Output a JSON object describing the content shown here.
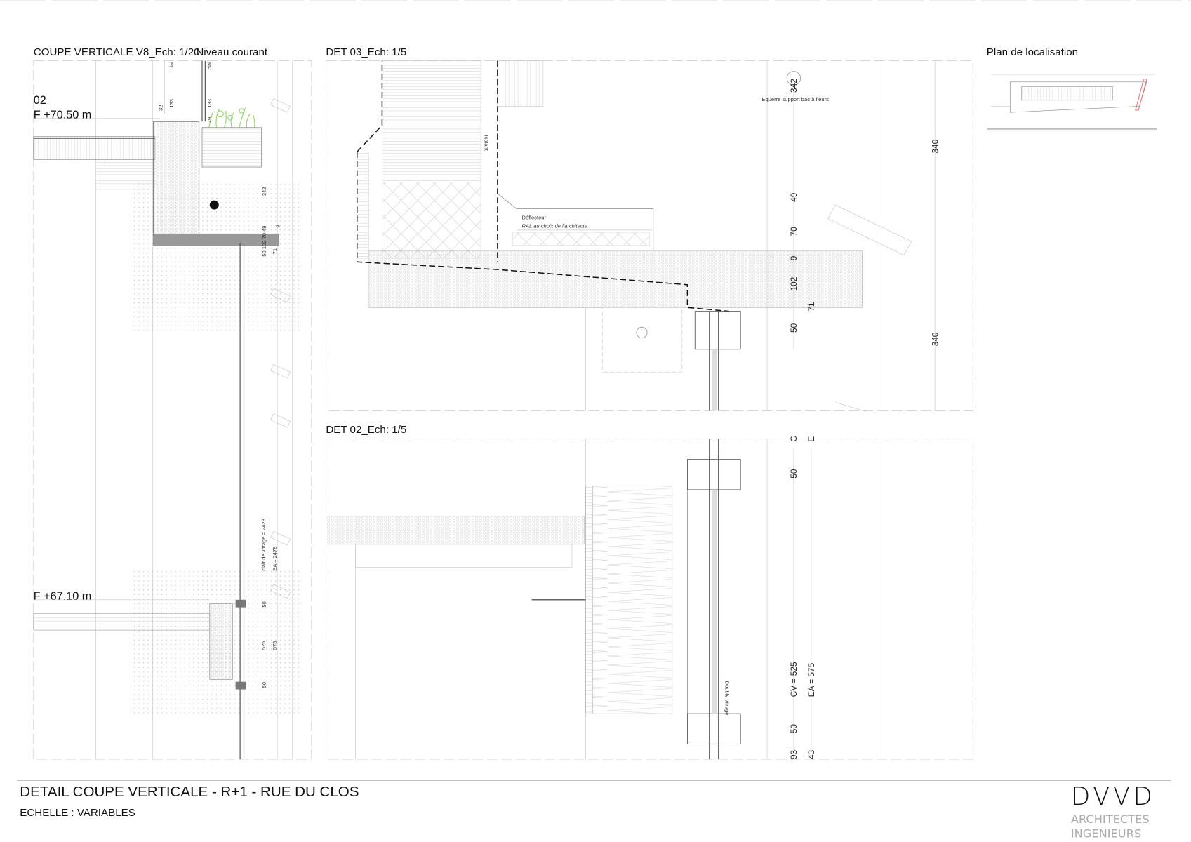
{
  "sheet": {
    "title": "DETAIL COUPE VERTICALE - R+1 - RUE DU CLOS",
    "scale": "ECHELLE : VARIABLES",
    "logo": {
      "main": "DVVD",
      "line1": "ARCHITECTES",
      "line2": "INGENIEURS"
    }
  },
  "coupe": {
    "title": "COUPE VERTICALE V8_Ech: 1/20",
    "subtitle": "Niveau courant",
    "level_tag": "02",
    "level_top": "F +70.50 m",
    "level_bottom": "F +67.10 m",
    "dims": {
      "clai_1": "clai",
      "clai_2": "clai",
      "d32": "32",
      "d133a": "133",
      "d133b": "133",
      "d79": "79",
      "d342": "342",
      "stack": "50 102 70 49",
      "d9": "9",
      "d71": "71",
      "clair": "clair de vitrage = 2428",
      "ea": "EA = 2478",
      "d50a": "50",
      "d525": "525",
      "d575": "575",
      "d50b": "50"
    }
  },
  "det03": {
    "title": "DET 03_Ech: 1/5",
    "equerre": "Equerre support bac à fleurs",
    "deflecteur": "Déflecteur",
    "ral": "RAL au choix de l'architecte",
    "isolant": "Isolant",
    "dims": {
      "d342": "342",
      "d49": "49",
      "d70": "70",
      "d9": "9",
      "d102": "102",
      "d71": "71",
      "d50": "50",
      "d340a": "340",
      "d340b": "340"
    }
  },
  "det02": {
    "title": "DET 02_Ech: 1/5",
    "double_vitrage": "Double vitrage",
    "dims": {
      "c": "C",
      "e": "E",
      "d50a": "50",
      "cv": "CV = 525",
      "ea": "EA = 575",
      "d50b": "50",
      "d93": "93",
      "d43": "43"
    }
  },
  "plan": {
    "title": "Plan de localisation",
    "highlight_color": "#e07a7a"
  },
  "colors": {
    "vegetation": "#8fd46a",
    "ink": "#111111",
    "grey_line": "#bbbbbb"
  }
}
